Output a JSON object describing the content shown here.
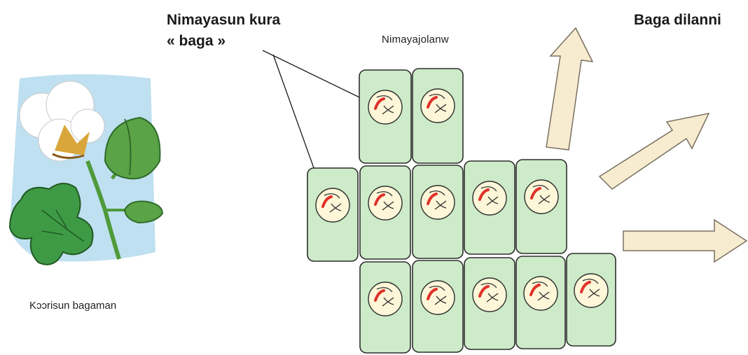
{
  "labels": {
    "cell_label_line1": "Nimayasun kura",
    "cell_label_line2": "« baga »",
    "cells_caption": "Nimayajolanw",
    "spread_caption": "Baga dilanni",
    "plant_caption": "Kɔɔrisun bagaman"
  },
  "colors": {
    "cell_fill": "#cdebc8",
    "cell_stroke": "#2e2e2e",
    "nucleus_fill": "#fdf6d8",
    "virus_red": "#e0322a",
    "arrow_fill": "#f7ecd0",
    "arrow_stroke": "#7a7060",
    "sky": "#bfe0f0",
    "leaf": "#3f9a45"
  },
  "icons": {
    "plant": "cotton-plant-icon",
    "cell": "plant-cell-icon",
    "arrow": "spread-arrow-icon"
  }
}
